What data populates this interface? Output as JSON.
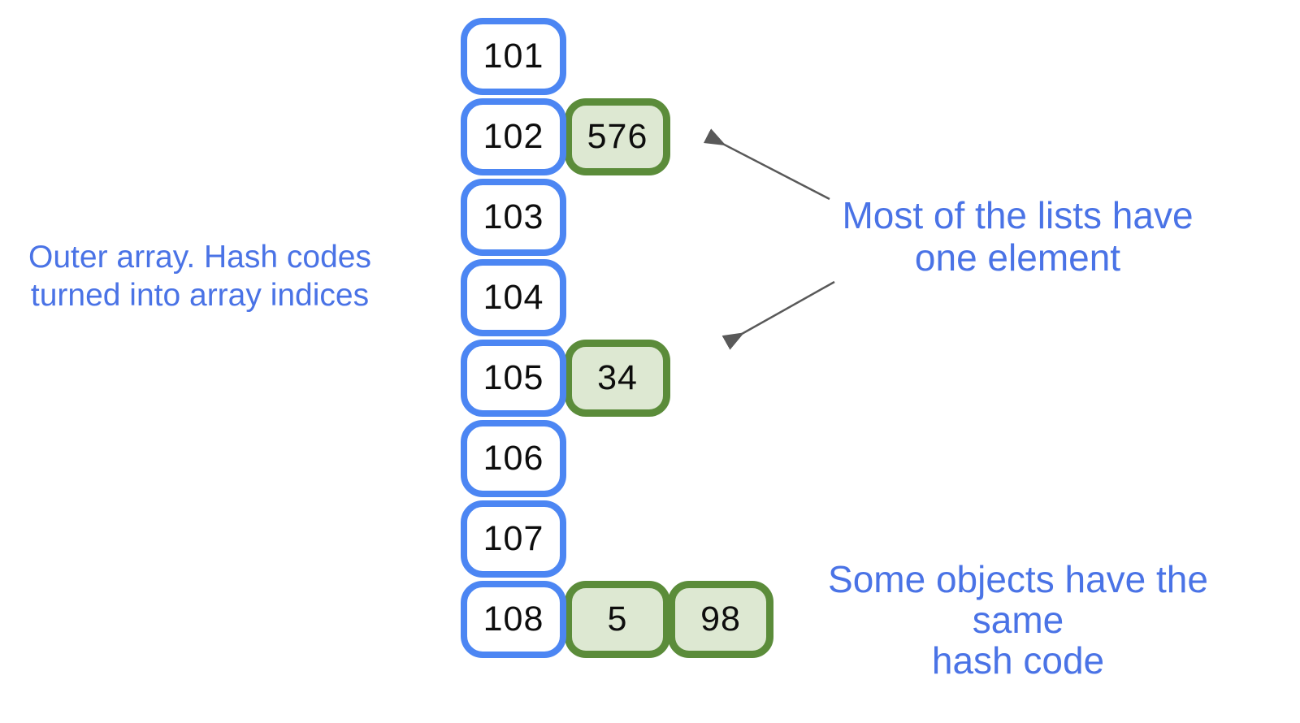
{
  "array": {
    "rows": [
      {
        "index": "101",
        "values": []
      },
      {
        "index": "102",
        "values": [
          "576"
        ]
      },
      {
        "index": "103",
        "values": []
      },
      {
        "index": "104",
        "values": []
      },
      {
        "index": "105",
        "values": [
          "34"
        ]
      },
      {
        "index": "106",
        "values": []
      },
      {
        "index": "107",
        "values": []
      },
      {
        "index": "108",
        "values": [
          "5",
          "98"
        ]
      }
    ]
  },
  "annotations": {
    "outer_array": {
      "line1": "Outer array. Hash codes",
      "line2": "turned into array indices"
    },
    "most_lists": {
      "line1": "Most of the lists have",
      "line2": "one element"
    },
    "same_hash": {
      "line1": "Some objects have the same",
      "line2": "hash code"
    }
  },
  "colors": {
    "index_cell_border": "#4c86f3",
    "bucket_cell_border": "#5b8c3a",
    "bucket_cell_fill": "#dde8d2",
    "annotation_text": "#4a73e6",
    "arrow": "#595959",
    "cell_text": "#0d0d0d"
  }
}
